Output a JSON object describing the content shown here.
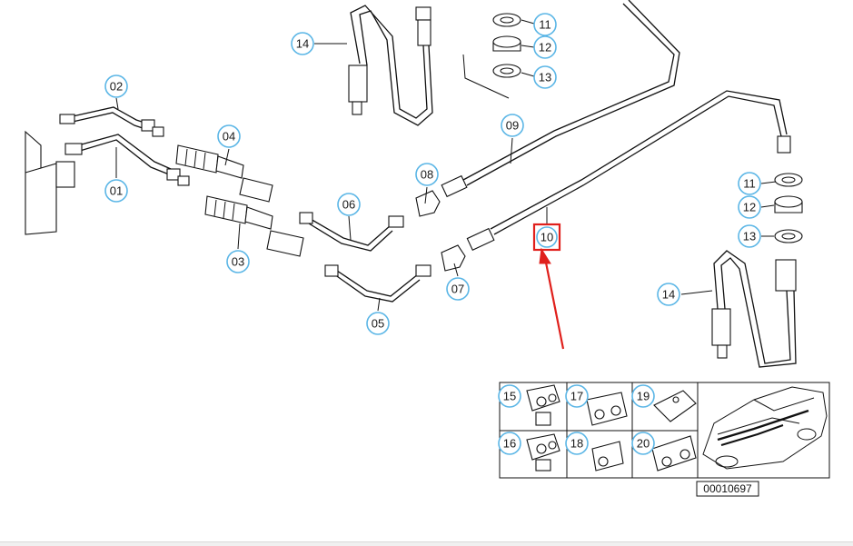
{
  "diagram": {
    "drawing_code": "00010697",
    "highlighted_callout": "10",
    "highlight_color": "#e0201c",
    "callout_color": "#5bb6e6",
    "callouts": [
      "01",
      "02",
      "03",
      "04",
      "05",
      "06",
      "07",
      "08",
      "09",
      "10",
      "11",
      "12",
      "13",
      "14",
      "11",
      "12",
      "13",
      "14",
      "15",
      "16",
      "17",
      "18",
      "19",
      "20"
    ]
  }
}
